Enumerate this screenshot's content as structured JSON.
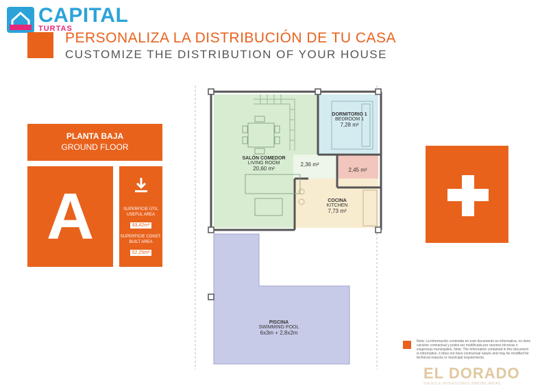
{
  "brand": {
    "name": "CAPITAL",
    "sub": "TURTAS"
  },
  "header": {
    "title_es": "PERSONALIZA LA DISTRIBUCIÓN DE TU CASA",
    "title_en": "CUSTOMIZE THE DISTRIBUTION OF YOUR HOUSE"
  },
  "floor": {
    "name_es": "PLANTA BAJA",
    "name_en": "GROUND FLOOR",
    "letter": "A",
    "useful_label_es": "SUPERFICIE ÚTIL",
    "useful_label_en": "USEFUL AREA",
    "useful_value": "43,42m²",
    "built_label_es": "SUPERFICIE CONST.",
    "built_label_en": "BUILT AREA",
    "built_value": "52,25m²"
  },
  "rooms": {
    "living": {
      "name": "SALÓN COMEDOR",
      "sub": "LIVING ROOM",
      "area": "20,60 m²"
    },
    "bedroom": {
      "name": "DORMITORIO 1",
      "sub": "BEDROOM 1",
      "area": "7,28 m²"
    },
    "hall": {
      "area": "2,36 m²"
    },
    "bath": {
      "area": "2,45 m²"
    },
    "kitchen": {
      "name": "COCINA",
      "sub": "KITCHEN",
      "area": "7,73 m²"
    },
    "pool": {
      "name": "PISCINA",
      "sub": "SWIMMING POOL",
      "dims": "6x3m + 2,8x2m"
    }
  },
  "note": {
    "text": "Nota: La información contenida en este documento es informativa, no tiene carácter contractual y podrá ser modificada por razones técnicas o exigencias municipales. Note: The information contained in this document is informative, it does not have contractual nature and may be modified for technical reasons or municipal requirements."
  },
  "watermark": {
    "name": "EL DORADO",
    "sub": "VIAJES E INVERSIONES INMOBILIARIAS"
  },
  "colors": {
    "accent": "#e8621c",
    "brand_blue": "#2ba3d9",
    "living_fill": "#d8ecd2",
    "bedroom_fill": "#d4ebef",
    "bath_fill": "#f2c6bc",
    "kitchen_fill": "#f8ecd0",
    "pool_fill": "#c8cbe8"
  }
}
